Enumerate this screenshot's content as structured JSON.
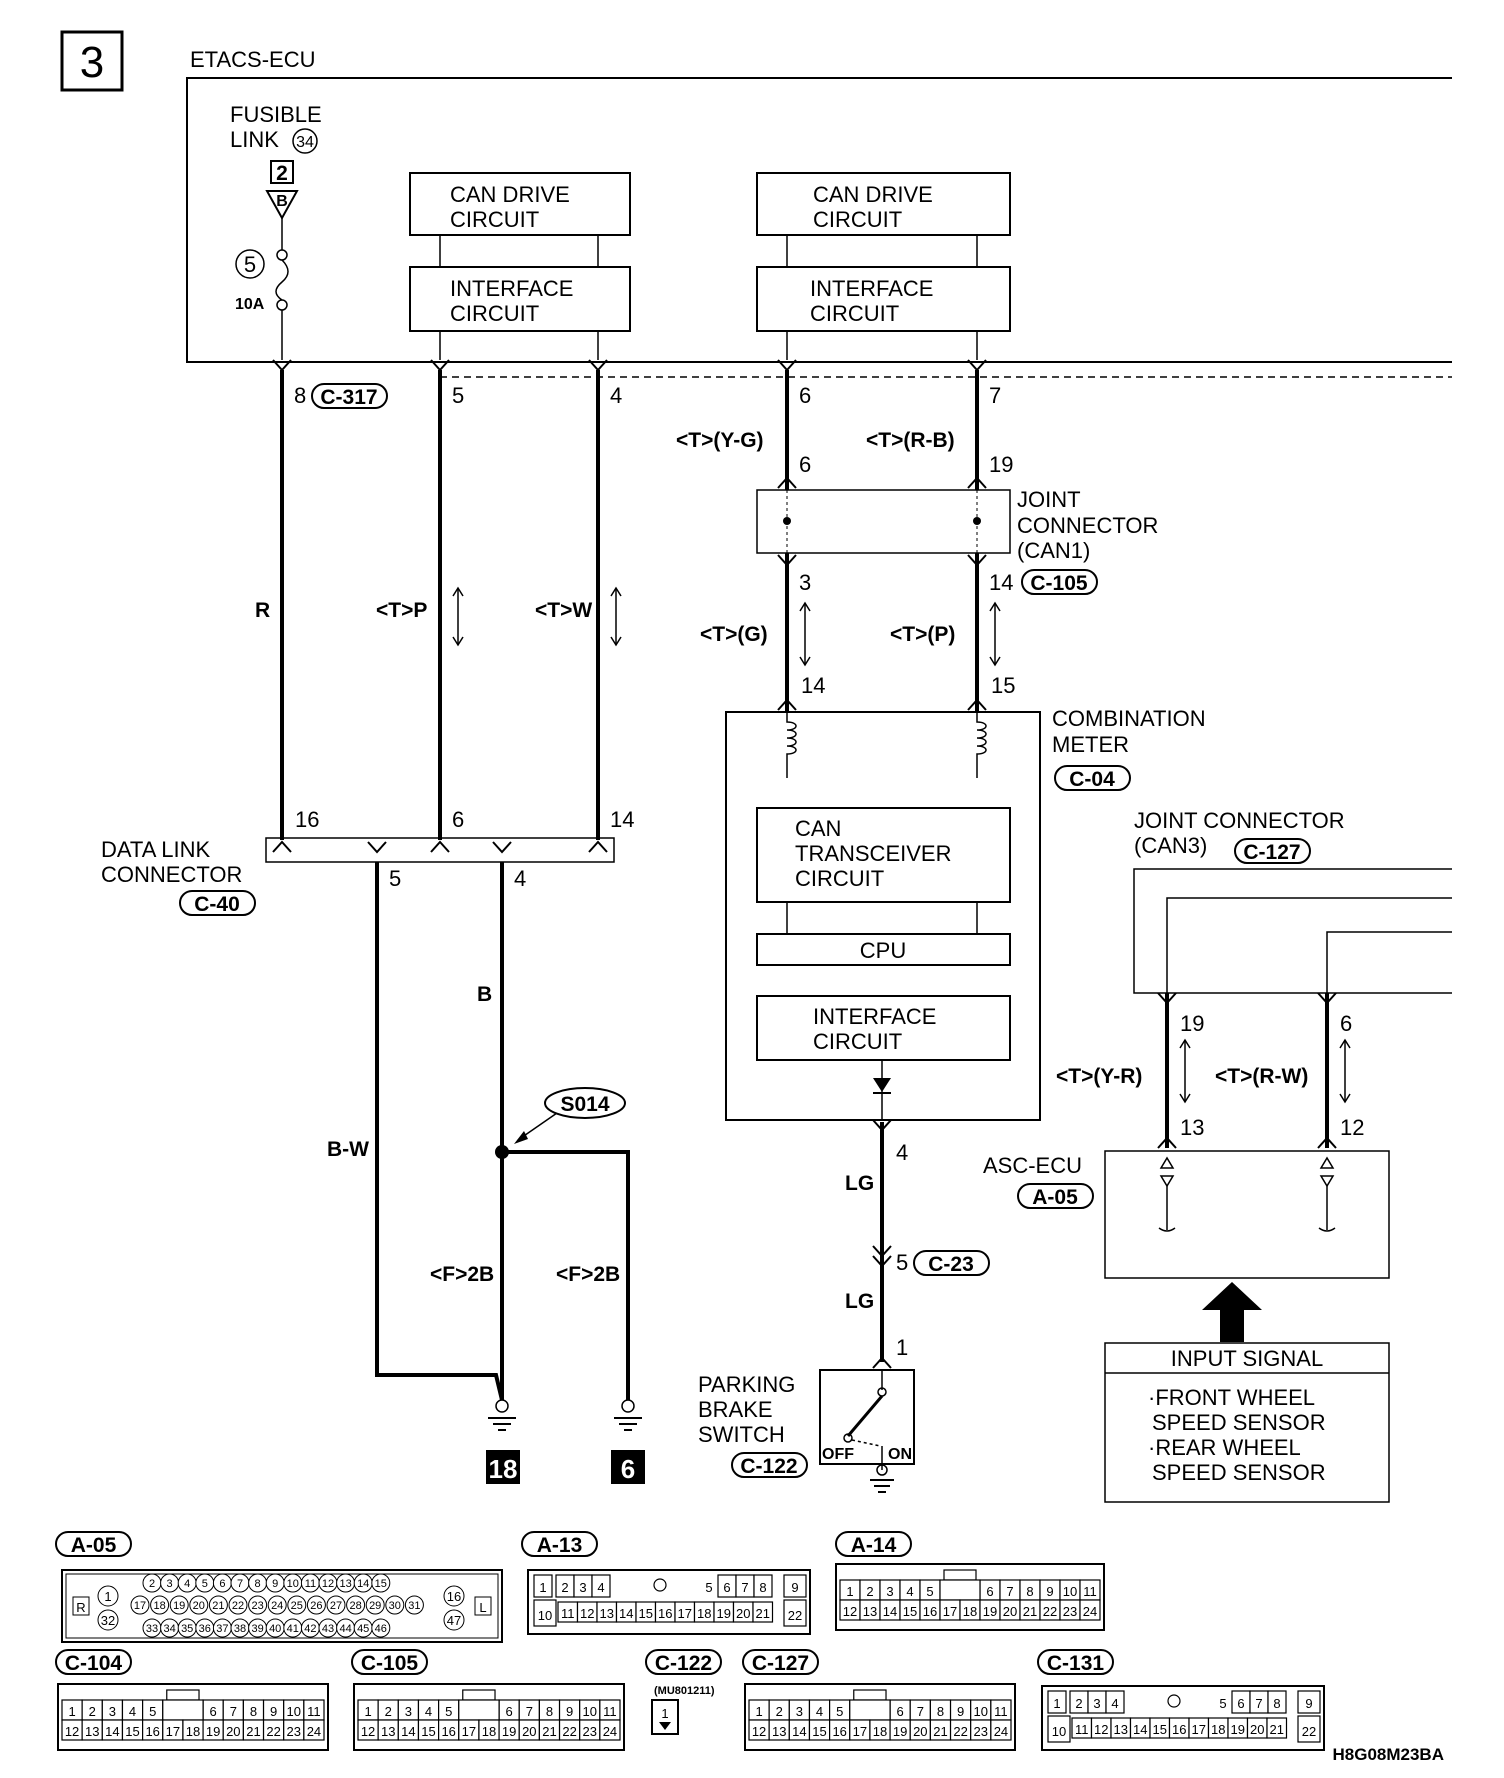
{
  "page_number": "3",
  "main_component": "ETACS-ECU",
  "fusible_link": {
    "line1": "FUSIBLE",
    "line2": "LINK",
    "number": "34",
    "box_num": "2",
    "triangle_letter": "B",
    "fuse_num": "5",
    "rating": "10A"
  },
  "etacs_circuits": {
    "left_can_drive": [
      "CAN DRIVE",
      "CIRCUIT"
    ],
    "left_interface": [
      "INTERFACE",
      "CIRCUIT"
    ],
    "right_can_drive": [
      "CAN DRIVE",
      "CIRCUIT"
    ],
    "right_interface": [
      "INTERFACE",
      "CIRCUIT"
    ]
  },
  "etacs_pins": {
    "p8": "8",
    "conn": "C-317",
    "p5": "5",
    "p4": "4",
    "p6": "6",
    "p7": "7"
  },
  "wire_colors": {
    "r": "R",
    "tp": "<T>P",
    "tw": "<T>W",
    "tyg": "<T>(Y-G)",
    "trb": "<T>(R-B)",
    "tg": "<T>(G)",
    "tp2": "<T>(P)",
    "b": "B",
    "bw": "B-W",
    "f2b_left": "<F>2B",
    "f2b_right": "<F>2B",
    "lg1": "LG",
    "lg2": "LG",
    "tyr": "<T>(Y-R)",
    "trw": "<T>(R-W)"
  },
  "joint_can1": {
    "lines": [
      "JOINT",
      "CONNECTOR",
      "(CAN1)"
    ],
    "pin_in_left": "6",
    "pin_in_right": "19",
    "pin_out_left": "3",
    "pin_out_right": "14",
    "conn": "C-105"
  },
  "combination_meter": {
    "lines": [
      "COMBINATION",
      "METER"
    ],
    "conn": "C-04",
    "pin_left": "14",
    "pin_right": "15",
    "can_transceiver": [
      "CAN",
      "TRANSCEIVER",
      "CIRCUIT"
    ],
    "cpu": "CPU",
    "interface": [
      "INTERFACE",
      "CIRCUIT"
    ],
    "pin_out": "4"
  },
  "data_link": {
    "lines": [
      "DATA LINK",
      "CONNECTOR"
    ],
    "conn": "C-40",
    "pin16": "16",
    "pin6": "6",
    "pin14": "14",
    "pin5": "5",
    "pin4": "4"
  },
  "splice": "S014",
  "grounds": {
    "g1": "18",
    "g2": "6"
  },
  "c23": {
    "pin": "5",
    "conn": "C-23"
  },
  "parking_brake": {
    "lines": [
      "PARKING",
      "BRAKE",
      "SWITCH"
    ],
    "conn": "C-122",
    "pin": "1",
    "off": "OFF",
    "on": "ON"
  },
  "joint_can3": {
    "line1": "JOINT CONNECTOR",
    "line2": "(CAN3)",
    "conn": "C-127",
    "pin_left": "19",
    "pin_right": "6"
  },
  "asc_ecu": {
    "line1": "ASC-ECU",
    "conn": "A-05",
    "pin_left": "13",
    "pin_right": "12"
  },
  "input_signal": {
    "title": "INPUT SIGNAL",
    "items": [
      "·FRONT WHEEL",
      "SPEED SENSOR",
      "·REAR WHEEL",
      "SPEED SENSOR"
    ]
  },
  "connector_views": {
    "a05": "A-05",
    "a13": "A-13",
    "a14": "A-14",
    "c104": "C-104",
    "c105": "C-105",
    "c122": "C-122",
    "c122_part": "(MU801211)",
    "c127": "C-127",
    "c131": "C-131",
    "a05_r": "R",
    "a05_l": "L",
    "a05_row1": [
      "2",
      "3",
      "4",
      "5",
      "6",
      "7",
      "8",
      "9",
      "10",
      "11",
      "12",
      "13",
      "14",
      "15"
    ],
    "a05_row2": [
      "17",
      "18",
      "19",
      "20",
      "21",
      "22",
      "23",
      "24",
      "25",
      "26",
      "27",
      "28",
      "29",
      "30",
      "31"
    ],
    "a05_row3": [
      "33",
      "34",
      "35",
      "36",
      "37",
      "38",
      "39",
      "40",
      "41",
      "42",
      "43",
      "44",
      "45",
      "46"
    ],
    "a05_side_left": [
      "1",
      "32"
    ],
    "a05_side_right": [
      "16",
      "47"
    ],
    "a13_row1": [
      "1",
      "2",
      "3",
      "4",
      "5",
      "6",
      "7",
      "8",
      "9"
    ],
    "a13_row2": [
      "10",
      "11",
      "12",
      "13",
      "14",
      "15",
      "16",
      "17",
      "18",
      "19",
      "20",
      "21",
      "22"
    ],
    "std_row1": [
      "1",
      "2",
      "3",
      "4",
      "5",
      "6",
      "7",
      "8",
      "9",
      "10",
      "11"
    ],
    "std_row2": [
      "12",
      "13",
      "14",
      "15",
      "16",
      "17",
      "18",
      "19",
      "20",
      "21",
      "22",
      "23",
      "24"
    ],
    "c122_pin": "1"
  },
  "figure_code": "H8G08M23BA"
}
